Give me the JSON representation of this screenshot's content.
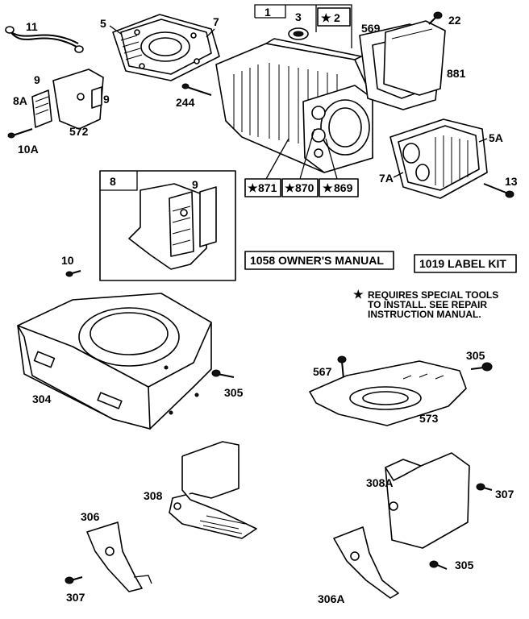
{
  "callouts": {
    "p1": "1",
    "p2": "2",
    "p3": "3",
    "p5": "5",
    "p5a": "5A",
    "p7": "7",
    "p7a": "7A",
    "p8": "8",
    "p8a": "8A",
    "p9a": "9",
    "p9b": "9",
    "p9c": "9",
    "p10": "10",
    "p10a": "10A",
    "p11": "11",
    "p13": "13",
    "p22": "22",
    "p244": "244",
    "p304": "304",
    "p305a": "305",
    "p305b": "305",
    "p305c": "305",
    "p306": "306",
    "p306a": "306A",
    "p307a": "307",
    "p307b": "307",
    "p308": "308",
    "p308a": "308A",
    "p567": "567",
    "p569": "569",
    "p572": "572",
    "p573": "573",
    "p869": "869",
    "p870": "870",
    "p871": "871",
    "p881": "881"
  },
  "boxed_items": {
    "owners_manual": "1058 OWNER'S MANUAL",
    "label_kit": "1019 LABEL KIT"
  },
  "note": {
    "star": "★",
    "line1": "REQUIRES SPECIAL TOOLS",
    "line2": "TO INSTALL.  SEE REPAIR",
    "line3": "INSTRUCTION MANUAL."
  }
}
